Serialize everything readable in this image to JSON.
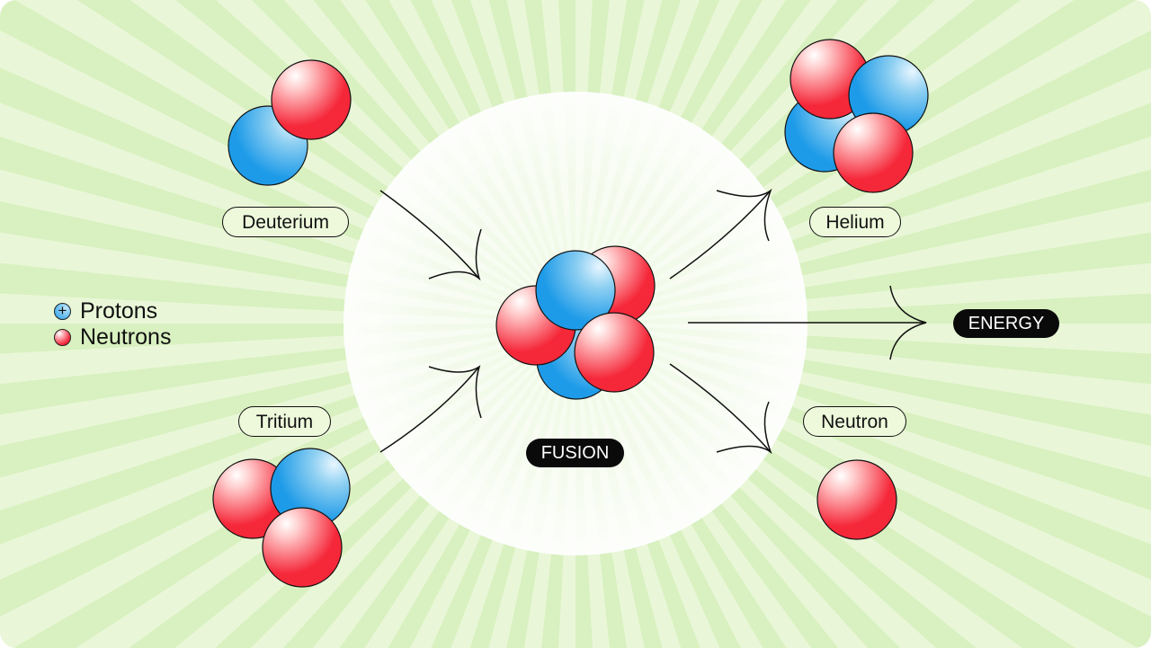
{
  "labels": {
    "deuterium": "Deuterium",
    "tritium": "Tritium",
    "helium": "Helium",
    "neutron": "Neutron",
    "fusion": "FUSION",
    "energy": "ENERGY"
  },
  "legend": {
    "protons": "Protons",
    "neutrons": "Neutrons"
  },
  "colors": {
    "proton": "#1e9be8",
    "neutron": "#f5283a",
    "background": "#dff3c8"
  }
}
